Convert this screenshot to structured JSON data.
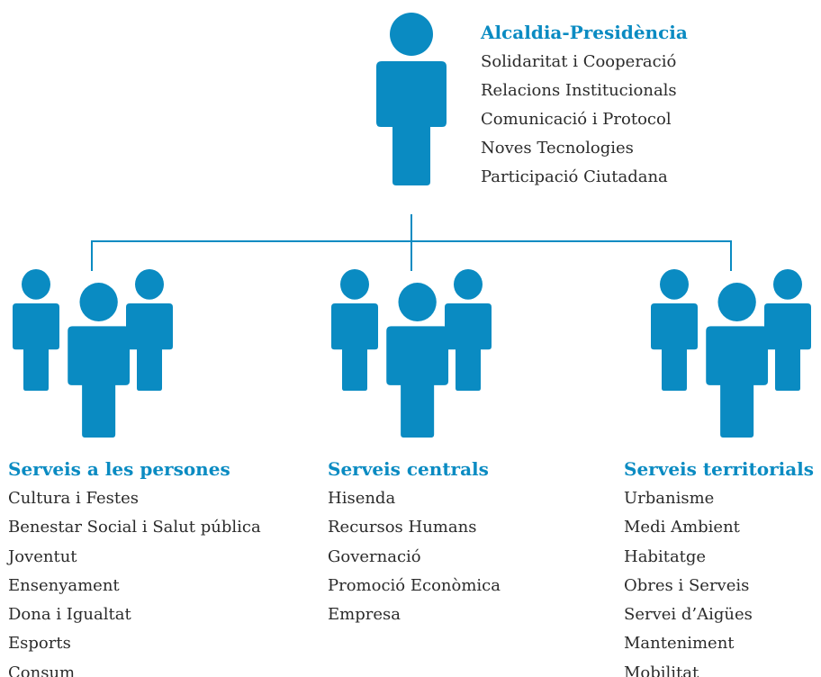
{
  "colors": {
    "accent": "#0a8bc2",
    "text": "#2b2b2b"
  },
  "leader": {
    "icon": "person-icon",
    "title": "Alcaldia-Presidència",
    "items": [
      "Solidaritat i Cooperació",
      "Relacions Institucionals",
      "Comunicació i Protocol",
      "Noves Tecnologies",
      "Participació Ciutadana"
    ]
  },
  "departments": [
    {
      "icon": "group-icon",
      "title": "Serveis a les persones",
      "items": [
        "Cultura i Festes",
        "Benestar Social i Salut pública",
        "Joventut",
        "Ensenyament",
        "Dona i Igualtat",
        "Esports",
        "Consum"
      ]
    },
    {
      "icon": "group-icon",
      "title": "Serveis centrals",
      "items": [
        "Hisenda",
        "Recursos Humans",
        "Governació",
        "Promoció Econòmica",
        "Empresa"
      ]
    },
    {
      "icon": "group-icon",
      "title": "Serveis territorials",
      "items": [
        "Urbanisme",
        "Medi Ambient",
        "Habitatge",
        "Obres i Serveis",
        "Servei d’Aigües",
        "Manteniment",
        "Mobilitat"
      ]
    }
  ]
}
